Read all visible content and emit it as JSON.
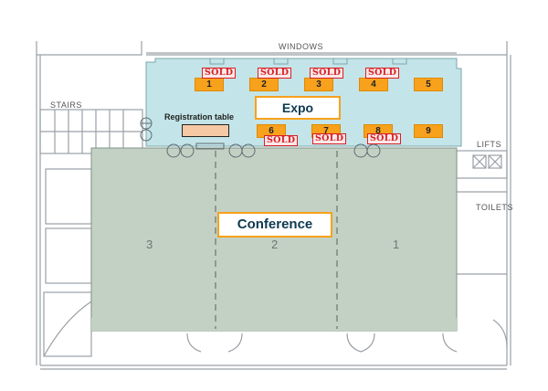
{
  "labels": {
    "windows": "WINDOWS",
    "stairs": "STAIRS",
    "lifts": "LIFTS",
    "toilets": "TOILETS",
    "registration": "Registration table"
  },
  "areas": {
    "expo": "Expo",
    "conference": "Conference"
  },
  "booths": [
    {
      "number": "1",
      "sold": true
    },
    {
      "number": "2",
      "sold": true
    },
    {
      "number": "3",
      "sold": true
    },
    {
      "number": "4",
      "sold": true
    },
    {
      "number": "5",
      "sold": false
    },
    {
      "number": "6",
      "sold": true
    },
    {
      "number": "7",
      "sold": true
    },
    {
      "number": "8",
      "sold": true
    },
    {
      "number": "9",
      "sold": false
    }
  ],
  "sold_text": "SOLD",
  "room_divisions": [
    "3",
    "2",
    "1"
  ],
  "colors": {
    "expo_fill": "#c3e4e8",
    "conference_fill": "#c3d1c5",
    "booth": "#f7a11c",
    "sold": "#d81f26",
    "label_border": "#f7a11c"
  }
}
